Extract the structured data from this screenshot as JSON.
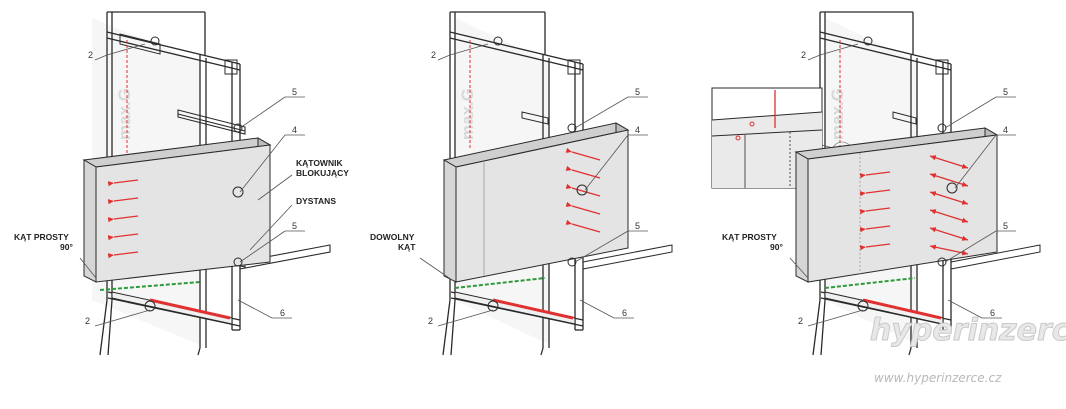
{
  "panels": [
    {
      "id": "panel-1",
      "callouts": {
        "top": "2",
        "bottom": "2",
        "r5a": "5",
        "r4": "4",
        "r5b": "5",
        "r6": "6"
      },
      "labels": {
        "katownik_1": "KĄTOWNIK",
        "katownik_2": "BLOKUJĄCY",
        "dystans": "DYSTANS",
        "angle_1": "KĄT PROSTY",
        "angle_2": "90°"
      },
      "frame_text": "max.G"
    },
    {
      "id": "panel-2",
      "callouts": {
        "top": "2",
        "bottom": "2",
        "r5a": "5",
        "r4": "4",
        "r5b": "5",
        "r6": "6"
      },
      "labels": {
        "angle_1": "DOWOLNY",
        "angle_2": "KĄT"
      },
      "frame_text": "max.G"
    },
    {
      "id": "panel-3",
      "callouts": {
        "top": "2",
        "bottom": "2",
        "r5a": "5",
        "r4": "4",
        "r5b": "5",
        "r6": "6"
      },
      "labels": {
        "angle_1": "KĄT PROSTY",
        "angle_2": "90°"
      },
      "frame_text": "max.G"
    }
  ],
  "watermark": {
    "logo_text": "hyperinzerce",
    "url": "www.hyperinzerce.cz"
  },
  "colors": {
    "line": "#2a2a2a",
    "board": "#e4e4e4",
    "arrow": "#e03030",
    "green": "#2e9a3a"
  }
}
